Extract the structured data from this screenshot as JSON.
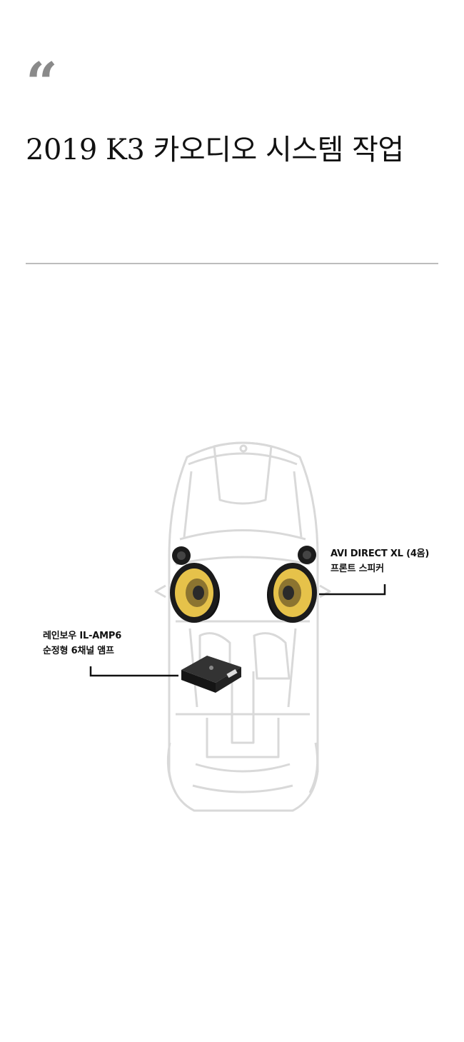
{
  "article": {
    "quote_mark": "“",
    "title": "2019 K3 카오디오 시스템 작업"
  },
  "diagram": {
    "speaker_label": {
      "line1": "AVI DIRECT XL (4옴)",
      "line2": "프론트 스피커"
    },
    "amp_label": {
      "line1": "레인보우 IL-AMP6",
      "line2": "순정형 6채널 앰프"
    },
    "colors": {
      "car_outline": "#d9d9d9",
      "woofer_cone": "#e6c24a",
      "speaker_body": "#1b1b1b",
      "amp_body": "#202020",
      "leader_line": "#111111"
    }
  }
}
